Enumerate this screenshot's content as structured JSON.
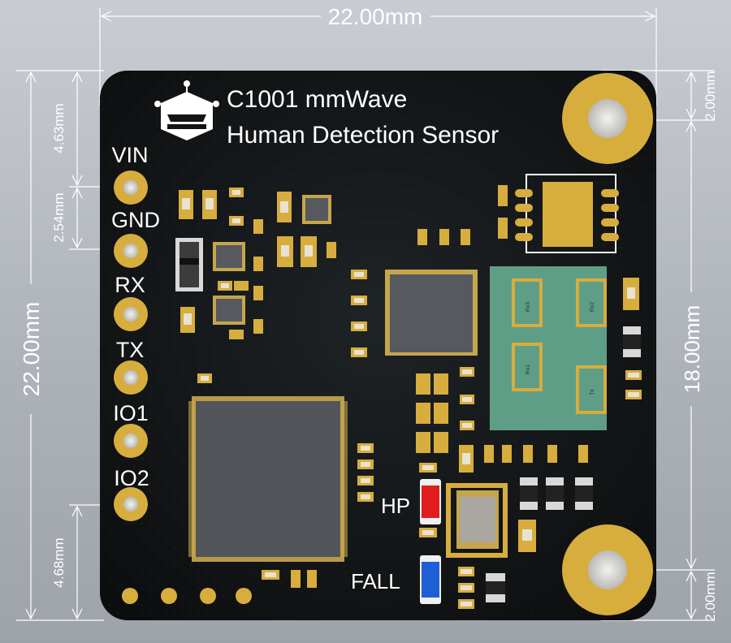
{
  "board": {
    "title_line1": "C1001 mmWave",
    "title_line2": "Human Detection Sensor",
    "pins": [
      "VIN",
      "GND",
      "RX",
      "TX",
      "IO1",
      "IO2"
    ],
    "led_labels": {
      "hp": "HP",
      "fall": "FALL"
    },
    "antenna_labels": [
      "Rx3",
      "Rx2",
      "Rx1",
      "Tx"
    ],
    "logo_icon": "robot-head-icon"
  },
  "dimensions": {
    "top_width": "22.00mm",
    "left_height": "22.00mm",
    "vin_to_top": "4.63mm",
    "pin_pitch": "2.54mm",
    "io2_to_bottom": "4.68mm",
    "right_hole_span": "18.00mm",
    "top_hole_offset": "2.00mm",
    "bottom_hole_offset": "2.00mm"
  },
  "colors": {
    "pcb": "#141414",
    "gold": "#d7ad3e",
    "hp_led": "#e11d1d",
    "fall_led": "#1f5fd6",
    "antenna": "#5f9e86"
  }
}
